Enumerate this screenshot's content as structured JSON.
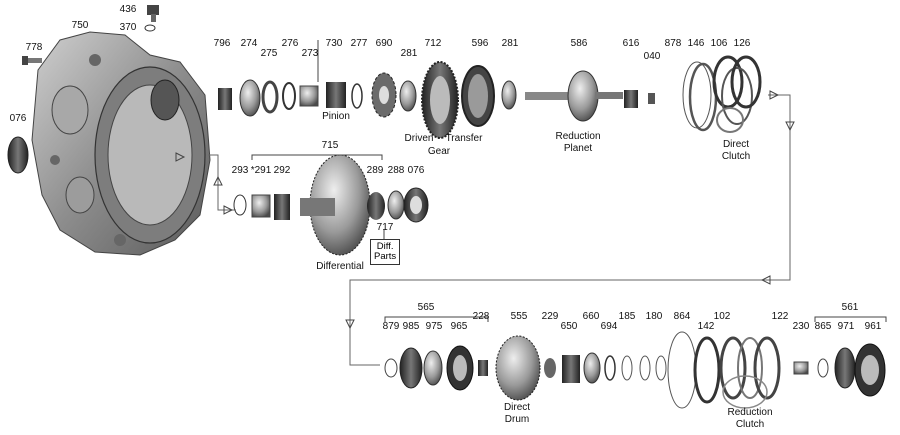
{
  "part_numbers": {
    "p436": "436",
    "p370": "370",
    "p750": "750",
    "p778": "778",
    "p076a": "076",
    "p796": "796",
    "p274": "274",
    "p275": "275",
    "p276": "276",
    "p273": "273",
    "p730": "730",
    "p277": "277",
    "p690": "690",
    "p281a": "281",
    "p712": "712",
    "p596": "596",
    "p281b": "281",
    "p586": "586",
    "p616": "616",
    "p040": "040",
    "p878": "878",
    "p146": "146",
    "p106": "106",
    "p126": "126",
    "p715": "715",
    "p293": "293",
    "p291": "*291",
    "p292": "292",
    "p289": "289",
    "p288": "288",
    "p076b": "076",
    "p717": "717",
    "p565": "565",
    "p879": "879",
    "p985": "985",
    "p975": "975",
    "p965": "965",
    "p228": "228",
    "p555": "555",
    "p229": "229",
    "p650": "650",
    "p660": "660",
    "p694": "694",
    "p185": "185",
    "p180": "180",
    "p864": "864",
    "p142": "142",
    "p102": "102",
    "p122": "122",
    "p230": "230",
    "p561": "561",
    "p865": "865",
    "p971": "971",
    "p961": "961"
  },
  "captions": {
    "pinion": "Pinion",
    "driven": "Driven",
    "transfer_gear": "Transfer Gear",
    "reduction_planet_1": "Reduction",
    "reduction_planet_2": "Planet",
    "direct_clutch_1": "Direct",
    "direct_clutch_2": "Clutch",
    "differential": "Differential",
    "diff_parts_1": "Diff.",
    "diff_parts_2": "Parts",
    "direct_drum_1": "Direct",
    "direct_drum_2": "Drum",
    "reduction_clutch_1": "Reduction",
    "reduction_clutch_2": "Clutch"
  },
  "colors": {
    "line": "#555555",
    "part_dark": "#3a3a3a",
    "part_mid": "#8a8a8a",
    "part_light": "#c8c8c8",
    "case": "#9a9a9a"
  }
}
